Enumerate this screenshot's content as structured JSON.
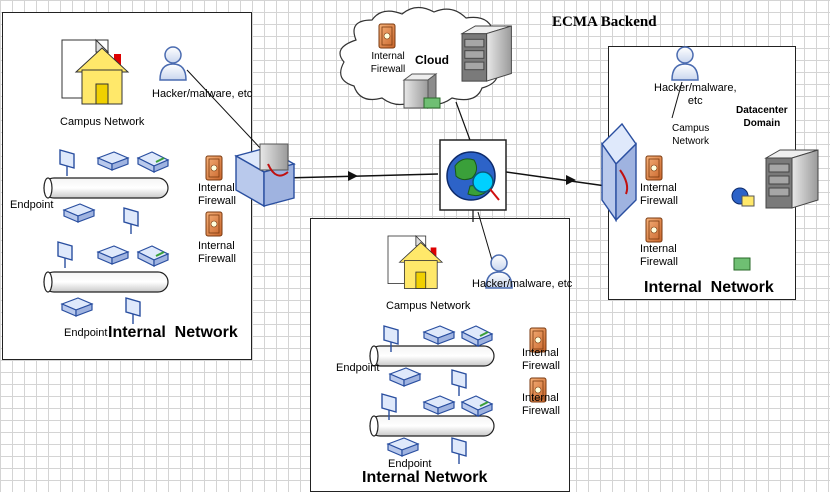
{
  "title": "ECMA Backend",
  "cloud": {
    "label": "Cloud",
    "firewall": "Internal\nFirewall"
  },
  "left": {
    "campus": "Campus Network",
    "hacker": "Hacker/malware, etc",
    "endpoint1": "Endpoint",
    "endpoint2": "Endpoint",
    "firewall1": "Internal\nFirewall",
    "firewall2": "Internal\nFirewall",
    "heading": "Internal  Network"
  },
  "center": {
    "campus": "Campus Network",
    "hacker": "Hacker/malware, etc",
    "endpoint1": "Endpoint",
    "endpoint2": "Endpoint",
    "firewall1": "Internal\nFirewall",
    "firewall2": "Internal\nFirewall",
    "heading": "Internal Network"
  },
  "right": {
    "hacker": "Hacker/malware,\netc",
    "campus": "Campus\nNetwork",
    "datacenter": "Datacenter\nDomain",
    "firewall1": "Internal\nFirewall",
    "firewall2": "Internal\nFirewall",
    "heading": "Internal  Network"
  }
}
